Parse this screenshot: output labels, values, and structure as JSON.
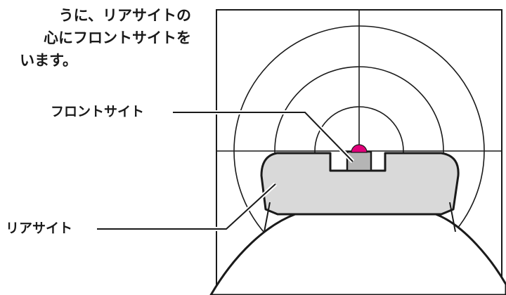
{
  "intro": {
    "lines": [
      "うに、リアサイトの",
      "心にフロントサイトを",
      "います。"
    ]
  },
  "labels": {
    "front_sight": "フロントサイト",
    "rear_sight": "リアサイト"
  },
  "colors": {
    "line": "#1a1a1a",
    "rear_sight_fill": "#d9d9d9",
    "front_sight_fill": "#b5b5b5",
    "front_bead": "#e0007a"
  }
}
